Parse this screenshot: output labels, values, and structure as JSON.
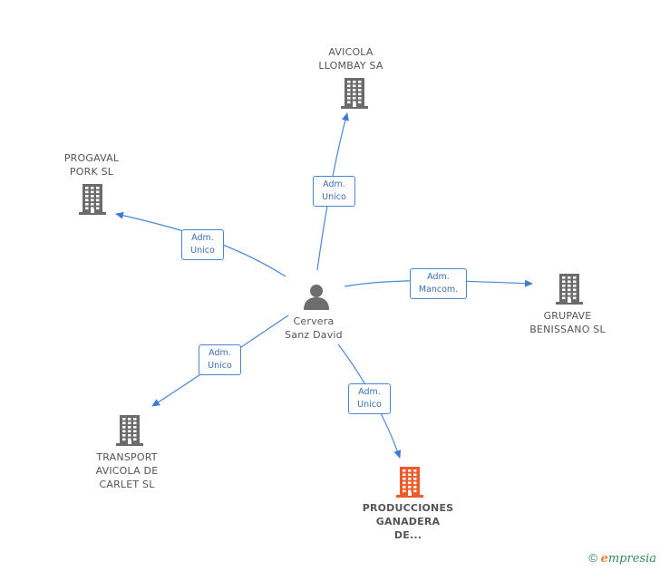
{
  "center": {
    "name_line1": "Cervera",
    "name_line2": "Sanz David"
  },
  "companies": [
    {
      "id": "avicola-llombay",
      "line1": "AVICOLA",
      "line2": "LLOMBAY SA",
      "line3": "",
      "color": "#6b6b6b"
    },
    {
      "id": "progaval-pork",
      "line1": "PROGAVAL",
      "line2": "PORK SL",
      "line3": "",
      "color": "#6b6b6b"
    },
    {
      "id": "grupave-benissano",
      "line1": "GRUPAVE",
      "line2": "BENISSANO SL",
      "line3": "",
      "color": "#6b6b6b"
    },
    {
      "id": "transport-avicola",
      "line1": "TRANSPORT",
      "line2": "AVICOLA DE",
      "line3": "CARLET SL",
      "color": "#6b6b6b"
    },
    {
      "id": "producciones-ganadera",
      "line1": "PRODUCCIONES",
      "line2": "GANADERA",
      "line3": "DE...",
      "color": "#f05a28"
    }
  ],
  "edges": [
    {
      "target": "avicola-llombay",
      "role_line1": "Adm.",
      "role_line2": "Unico"
    },
    {
      "target": "progaval-pork",
      "role_line1": "Adm.",
      "role_line2": "Unico"
    },
    {
      "target": "grupave-benissano",
      "role_line1": "Adm.",
      "role_line2": "Mancom."
    },
    {
      "target": "transport-avicola",
      "role_line1": "Adm.",
      "role_line2": "Unico"
    },
    {
      "target": "producciones-ganadera",
      "role_line1": "Adm.",
      "role_line2": "Unico"
    }
  ],
  "footer": {
    "copyright": "©",
    "brand_initial": "e",
    "brand_rest": "mpresia"
  }
}
